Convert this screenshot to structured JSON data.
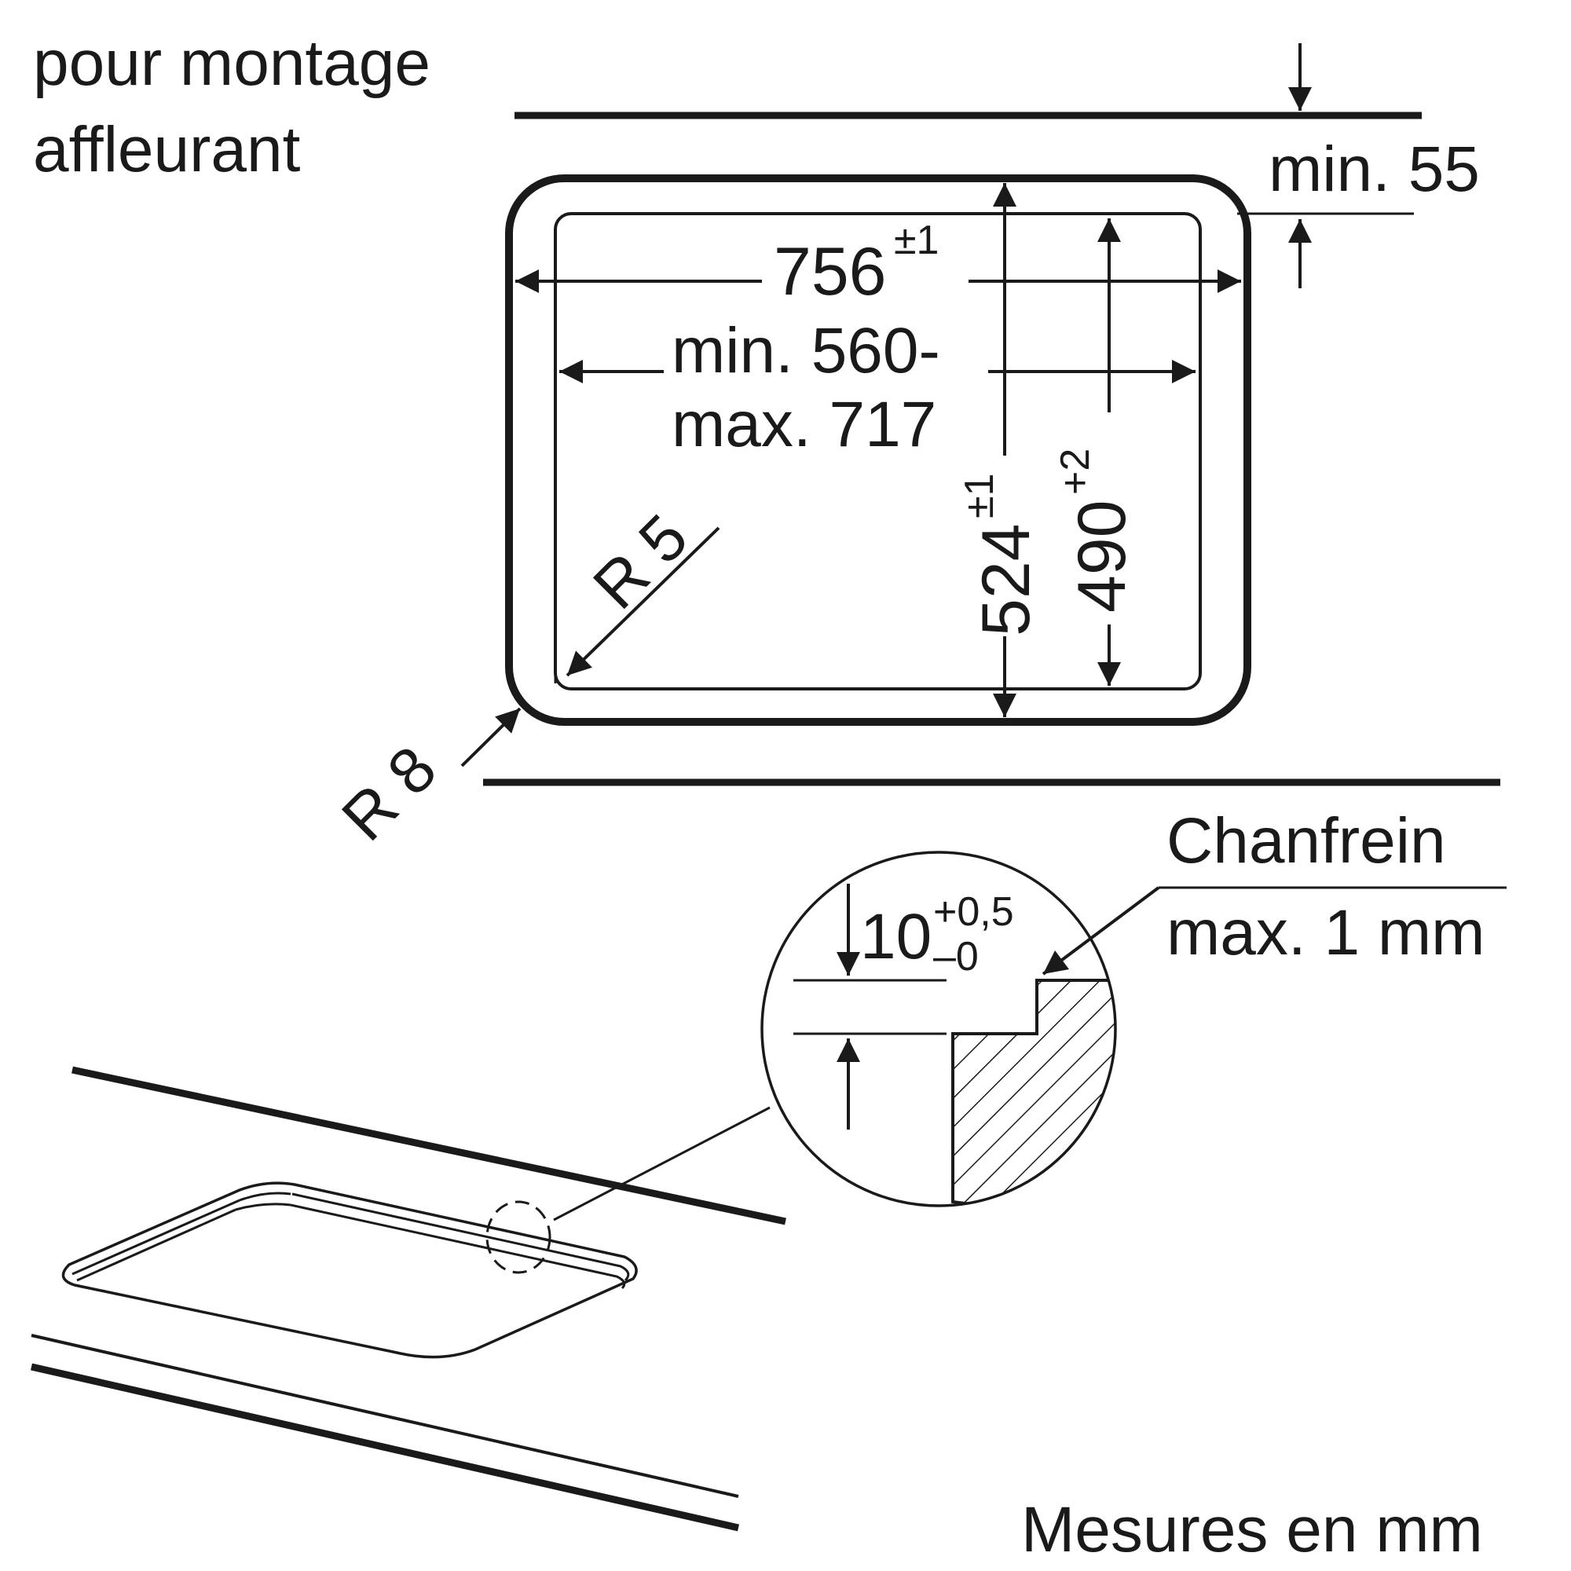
{
  "labels": {
    "title_line1": "pour montage",
    "title_line2": "affleurant",
    "min_clearance": "min. 55",
    "width_outer": "756",
    "width_outer_tol": "±1",
    "width_inner_line1": "min. 560-",
    "width_inner_line2": "max. 717",
    "depth_outer": "524",
    "depth_outer_tol": "±1",
    "depth_inner": "490",
    "depth_inner_tol": "+2",
    "radius_inner": "R 5",
    "radius_outer": "R 8",
    "chamfer_line1": "Chanfrein",
    "chamfer_line2": "max. 1 mm",
    "rebate_depth": "10",
    "rebate_tol_plus": "+0,5",
    "rebate_tol_minus": "–0",
    "units": "Mesures en mm"
  },
  "colors": {
    "line": "#1a1a1a",
    "background": "#ffffff"
  }
}
